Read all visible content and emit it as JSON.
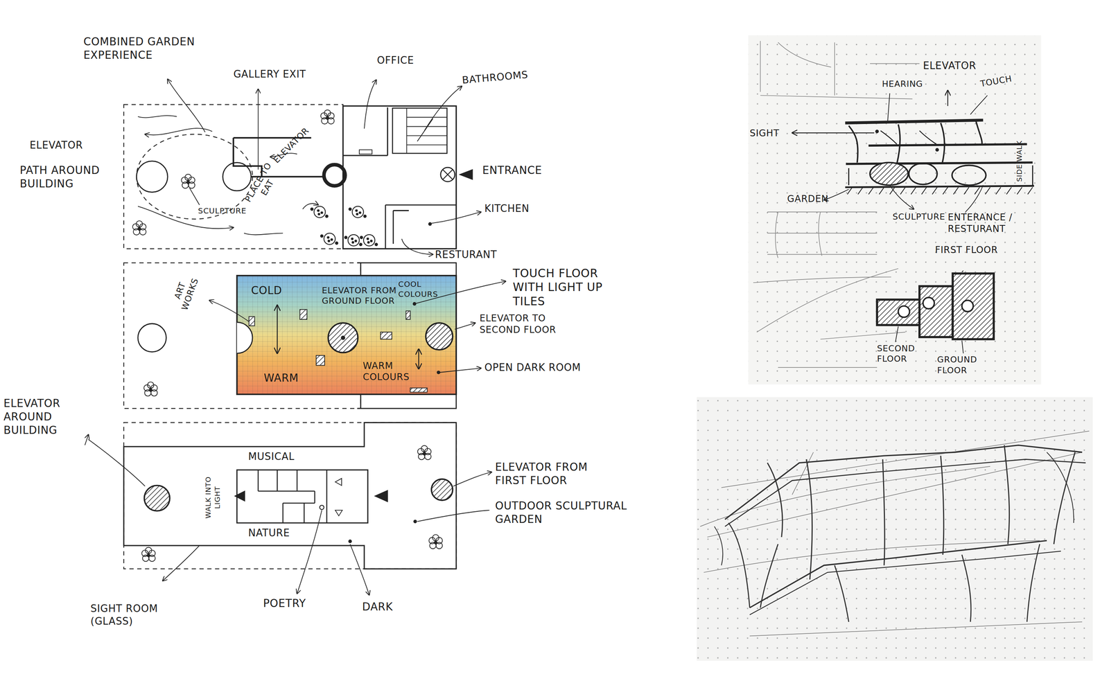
{
  "diagram": {
    "nodes": [
      {
        "text": [
          "COLD",
          "ELEVATOR FROM GROUND FLOOR",
          "COOL COLOURS",
          "WARM",
          "WARM COLOURS"
        ]
      },
      {
        "text": [
          "MUSICAL",
          "NATURE"
        ]
      }
    ],
    "labels": [
      "COMBINED GARDEN EXPERIENCE",
      "GALLERY EXIT",
      "OFFICE",
      "BATHROOMS",
      "ELEVATOR",
      "PATH AROUND BUILDING",
      "SCULPTURE",
      "PLACE TO EAT",
      "ELEVATOR",
      "ENTRANCE",
      "KITCHEN",
      "RESTURANT",
      "ART WORKS",
      "TOUCH FLOOR WITH LIGHT UP TILES",
      "ELEVATOR TO SECOND FLOOR",
      "OPEN DARK ROOM",
      "ELEVATOR AROUND BUILDING",
      "WALK INTO LIGHT",
      "ELEVATOR FROM FIRST FLOOR",
      "OUTDOOR SCULPTURAL GARDEN",
      "SIGHT ROOM (GLASS)",
      "POETRY",
      "DARK",
      "ELEVATOR",
      "HEARING",
      "TOUCH",
      "SIGHT",
      "SIDE WALK",
      "GARDEN",
      "SCULPTURE",
      "ENTERANCE / RESTURANT",
      "FIRST FLOOR",
      "SECOND FLOOR",
      "GROUND FLOOR"
    ]
  }
}
